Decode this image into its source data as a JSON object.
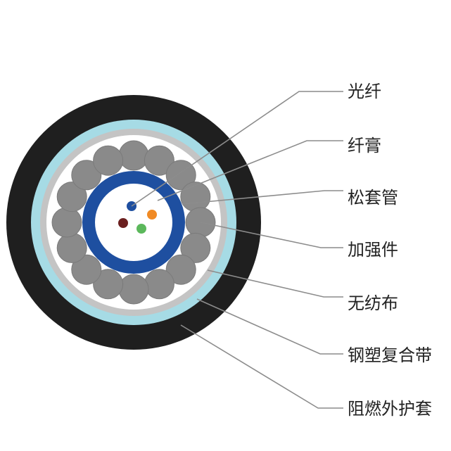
{
  "labels": {
    "fiber": "光纤",
    "fiber_paste": "纤膏",
    "loose_tube": "松套管",
    "strength_member": "加强件",
    "nonwoven": "无纺布",
    "steel_plastic_tape": "钢塑复合带",
    "flame_retardant_sheath": "阻燃外护套"
  },
  "colors": {
    "outer_sheath": "#1f1f1f",
    "steel_plastic_tape": "#a6dbe5",
    "nonwoven": "#c4c4c4",
    "strength_member": "#8a8a8a",
    "loose_tube": "#1e4fa0",
    "gel": "#ffffff",
    "fiber_blue": "#1e4fa0",
    "fiber_orange": "#f08a24",
    "fiber_brown": "#6b1f1f",
    "fiber_green": "#5cb85c",
    "leader_line": "#8c8c8c"
  }
}
